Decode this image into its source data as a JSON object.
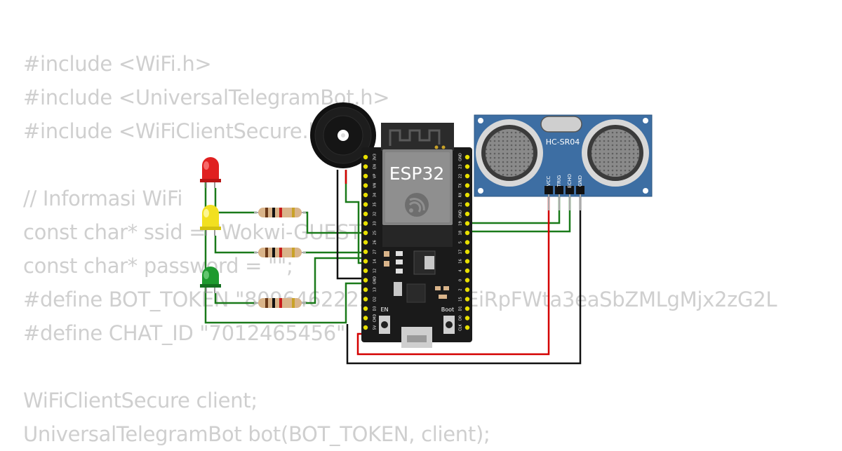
{
  "code_lines": [
    "#include <WiFi.h>",
    "#include <UniversalTelegramBot.h>",
    "#include <WiFiClientSecure.h>",
    "",
    "// Informasi WiFi",
    "const char* ssid = \"Wokwi-GUEST\";",
    "const char* password = \"\";",
    "#define BOT_TOKEN \"8096462222:AAHcRfuEiRpFWta3eaSbZMLgMjx2zG2L",
    "#define CHAT_ID \"7012465456\"",
    "",
    "WiFiClientSecure client;",
    "UniversalTelegramBot bot(BOT_TOKEN, client);"
  ],
  "esp32": {
    "label": "ESP32",
    "en_label": "EN",
    "boot_label": "Boot",
    "left_pins": [
      "3V3",
      "EN",
      "VP",
      "VN",
      "34",
      "35",
      "32",
      "33",
      "25",
      "26",
      "27",
      "14",
      "12",
      "GND",
      "13",
      "D2",
      "D3",
      "CMD",
      "5V"
    ],
    "right_pins": [
      "GND",
      "23",
      "22",
      "TX",
      "RX",
      "21",
      "GND",
      "19",
      "18",
      "5",
      "17",
      "16",
      "4",
      "0",
      "2",
      "15",
      "D1",
      "D0",
      "CLK"
    ]
  },
  "sensor": {
    "label": "HC-SR04",
    "pins": [
      "VCC",
      "TRIG",
      "ECHO",
      "GND"
    ]
  },
  "colors": {
    "wire_green": "#1a7a1a",
    "wire_red": "#d40000",
    "wire_black": "#111111",
    "esp32_board": "#1a1a1a",
    "sensor_board": "#3d6ea3",
    "led_red": "#e02020",
    "led_yellow": "#f2e020",
    "led_green": "#1e9a2e"
  }
}
